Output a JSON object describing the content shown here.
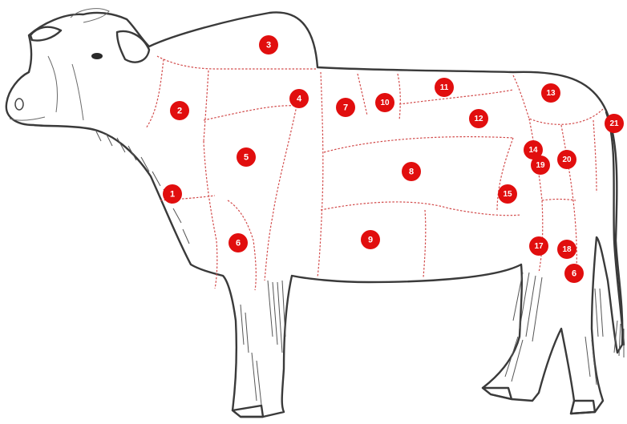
{
  "diagram": {
    "accent_color": "#e10e0e",
    "cuts": [
      {
        "label": "1"
      },
      {
        "label": "2"
      },
      {
        "label": "3"
      },
      {
        "label": "4"
      },
      {
        "label": "5"
      },
      {
        "label": "6"
      },
      {
        "label": "7"
      },
      {
        "label": "8"
      },
      {
        "label": "9"
      },
      {
        "label": "10"
      },
      {
        "label": "11"
      },
      {
        "label": "12"
      },
      {
        "label": "13"
      },
      {
        "label": "14"
      },
      {
        "label": "15"
      },
      {
        "label": "17"
      },
      {
        "label": "18"
      },
      {
        "label": "19"
      },
      {
        "label": "20"
      },
      {
        "label": "21"
      },
      {
        "label": "6"
      }
    ]
  }
}
